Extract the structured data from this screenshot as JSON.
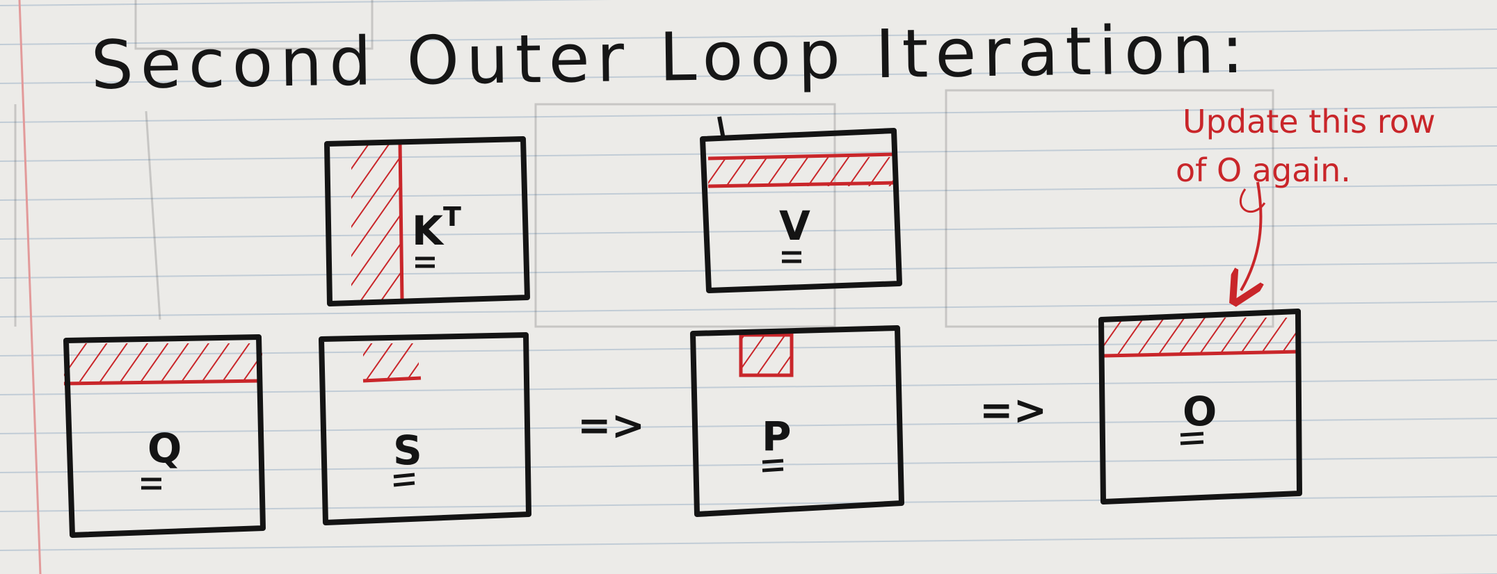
{
  "title": "Second Outer Loop Iteration:",
  "annotation": {
    "line1": "Update this row",
    "line2": "of O again."
  },
  "matrices": [
    {
      "key": "q",
      "label": "Q"
    },
    {
      "key": "k",
      "label": "K",
      "superscript": "T"
    },
    {
      "key": "s",
      "label": "S"
    },
    {
      "key": "v",
      "label": "V"
    },
    {
      "key": "p",
      "label": "P"
    },
    {
      "key": "o",
      "label": "O"
    }
  ],
  "arrow_symbol": "=>",
  "colors": {
    "ink": "#141414",
    "highlight": "#c9262a",
    "rule": "#9fb4c8",
    "margin": "#e29a9a",
    "paper": "#ecebe8"
  },
  "icons": [
    "implies-arrow-icon",
    "curved-arrow-icon"
  ]
}
